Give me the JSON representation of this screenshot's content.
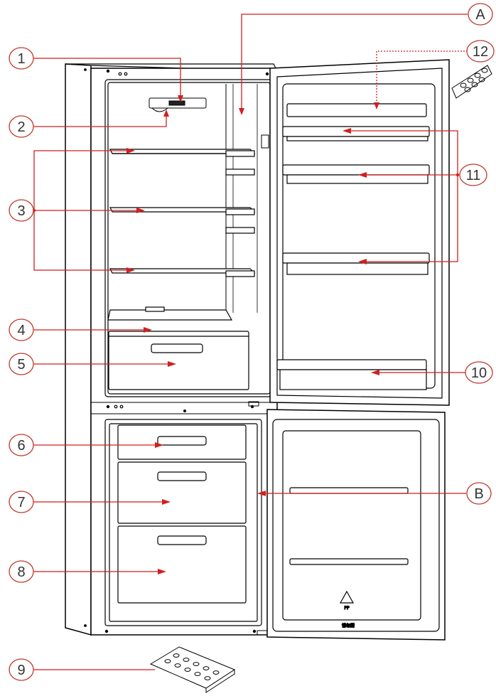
{
  "colors": {
    "line": "#000000",
    "leader": "#d21f1f",
    "callout_stroke": "#c0392b",
    "callout_text": "#333333"
  },
  "callouts": [
    {
      "id": "1",
      "label": "1"
    },
    {
      "id": "2",
      "label": "2"
    },
    {
      "id": "3",
      "label": "3"
    },
    {
      "id": "4",
      "label": "4"
    },
    {
      "id": "5",
      "label": "5"
    },
    {
      "id": "6",
      "label": "6"
    },
    {
      "id": "7",
      "label": "7"
    },
    {
      "id": "8",
      "label": "8"
    },
    {
      "id": "9",
      "label": "9"
    },
    {
      "id": "10",
      "label": "10"
    },
    {
      "id": "11",
      "label": "11"
    },
    {
      "id": "12",
      "label": "12"
    },
    {
      "id": "A",
      "label": "A"
    },
    {
      "id": "B",
      "label": "B"
    }
  ],
  "door_marking": "请勿撕",
  "icon_names": [
    "recycle-icon",
    "thermostat-control-icon",
    "light-icon",
    "egg-tray-icon",
    "ice-cube-tray-icon"
  ]
}
